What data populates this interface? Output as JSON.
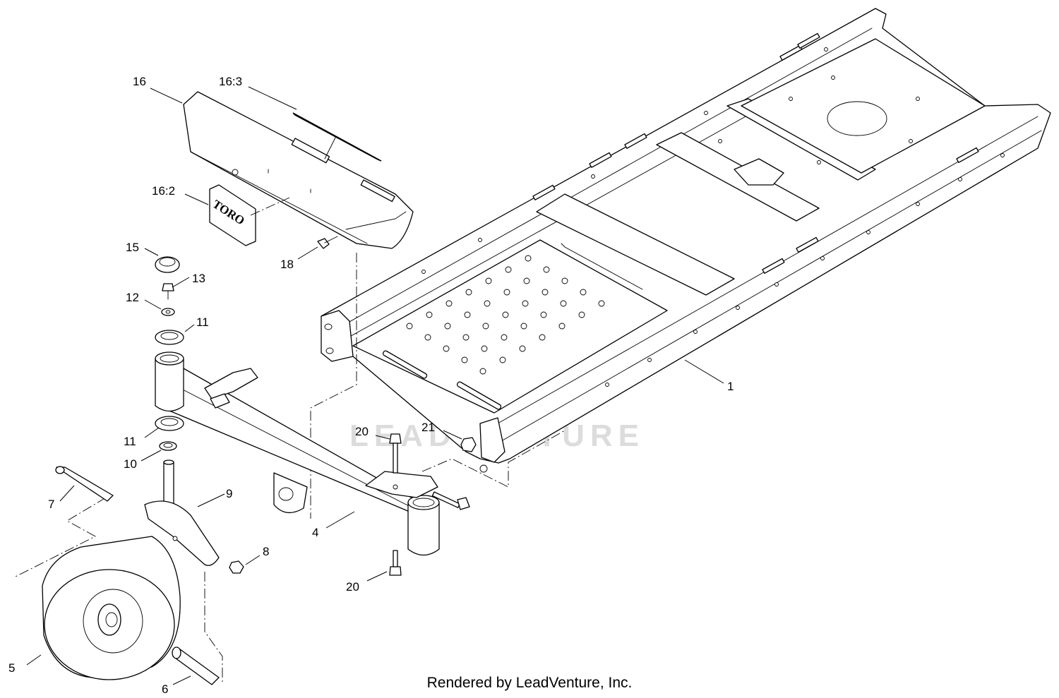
{
  "diagram": {
    "callouts": {
      "c1": "1",
      "c4": "4",
      "c5": "5",
      "c6": "6",
      "c7": "7",
      "c8": "8",
      "c9": "9",
      "c10": "10",
      "c11a": "11",
      "c11b": "11",
      "c12": "12",
      "c13": "13",
      "c15": "15",
      "c16": "16",
      "c16_2": "16:2",
      "c16_3": "16:3",
      "c18": "18",
      "c20a": "20",
      "c20b": "20",
      "c21": "21"
    },
    "badge_text": "TORO",
    "watermark": "LEADVENTURE"
  },
  "footer": {
    "text": "Rendered by LeadVenture, Inc."
  }
}
